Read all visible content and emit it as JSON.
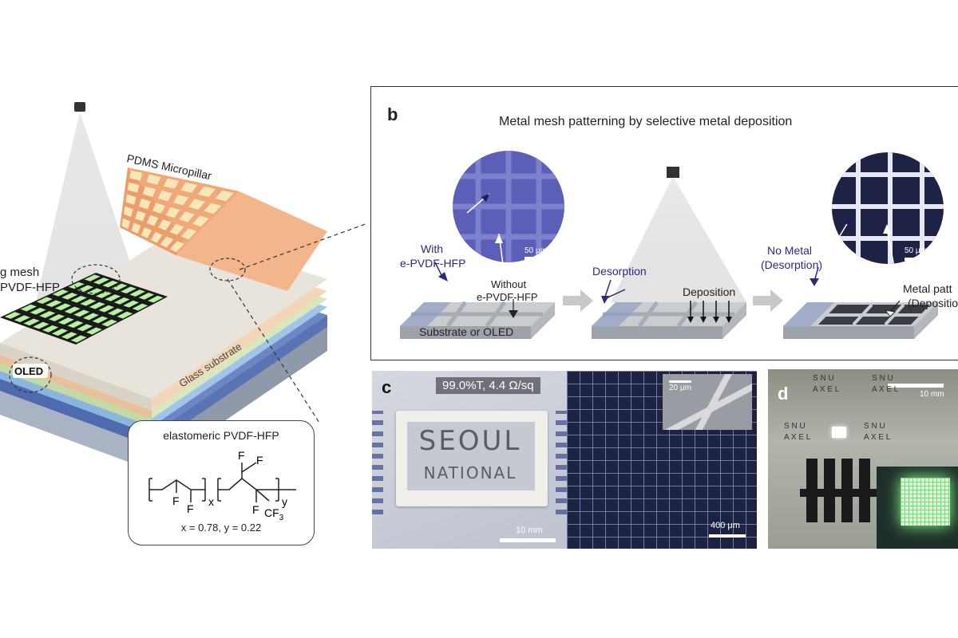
{
  "panel_a": {
    "pdms_label": "PDMS Micropillar",
    "mesh_label_line1": "g mesh",
    "mesh_label_line2": "PVDF-HFP",
    "oled_label": "OLED",
    "glass_label": "Glass substrate",
    "structure_box": {
      "title": "elastomeric PVDF-HFP",
      "sub_x": "x",
      "sub_y": "y",
      "cf3": "CF",
      "cf3_sub": "3",
      "formula": "x = 0.78, y = 0.22",
      "atom_f": "F"
    }
  },
  "panel_b": {
    "letter": "b",
    "title": "Metal mesh patterning by selective metal deposition",
    "with_line1": "With",
    "with_line2": "e-PVDF-HFP",
    "without_line1": "Without",
    "without_line2": "e-PVDF-HFP",
    "substrate": "Substrate or OLED",
    "scale1": "50 μm",
    "desorption": "Desorption",
    "deposition": "Deposition",
    "nometal_line1": "No Metal",
    "nometal_line2": "(Desorption)",
    "scale2": "50 μm",
    "metalpatt_line1": "Metal patt",
    "metalpatt_line2": "(Depositio"
  },
  "panel_c": {
    "letter": "c",
    "transmittance": "99.0%T, 4.4 Ω/sq",
    "seoul": "SEOUL",
    "national": "NATIONAL",
    "scale_left": "10 mm",
    "scale_inset": "20 μm",
    "scale_right": "400 μm"
  },
  "panel_d": {
    "letter": "d",
    "snu": "S N U",
    "axel": "A X E L",
    "scale": "10 mm"
  },
  "colors": {
    "navy_label": "#2c2a7a",
    "mesh_green": "#b6f0a0",
    "pdms_orange": "#f0a878"
  }
}
